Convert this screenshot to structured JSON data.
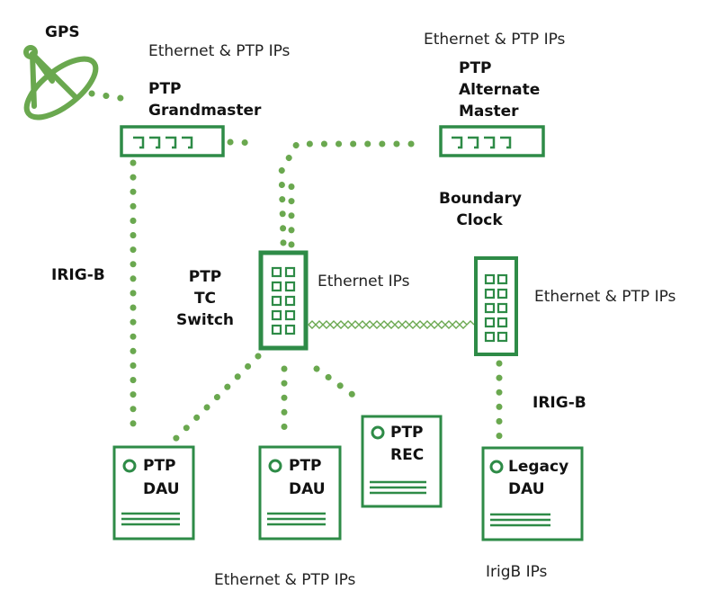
{
  "labels": {
    "gps": "GPS",
    "eth_ptp_top_left": "Ethernet & PTP IPs",
    "eth_ptp_top_right": "Ethernet & PTP IPs",
    "grandmaster_l1": "PTP",
    "grandmaster_l2": "Grandmaster",
    "alt_master_l1": "PTP",
    "alt_master_l2": "Alternate",
    "alt_master_l3": "Master",
    "boundary_l1": "Boundary",
    "boundary_l2": "Clock",
    "irig_left": "IRIG-B",
    "tc_l1": "PTP",
    "tc_l2": "TC",
    "tc_l3": "Switch",
    "eth_ips_mid": "Ethernet IPs",
    "eth_ptp_right": "Ethernet & PTP IPs",
    "irig_right": "IRIG-B",
    "eth_ptp_bottom": "Ethernet & PTP IPs",
    "irigb_ips": "IrigB IPs"
  },
  "devices": {
    "dau1_l1": "PTP",
    "dau1_l2": "DAU",
    "dau2_l1": "PTP",
    "dau2_l2": "DAU",
    "rec_l1": "PTP",
    "rec_l2": "REC",
    "legacy_l1": "Legacy",
    "legacy_l2": "DAU"
  },
  "colors": {
    "device_green": "#2e8b47",
    "dot_green": "#6aa84f"
  }
}
